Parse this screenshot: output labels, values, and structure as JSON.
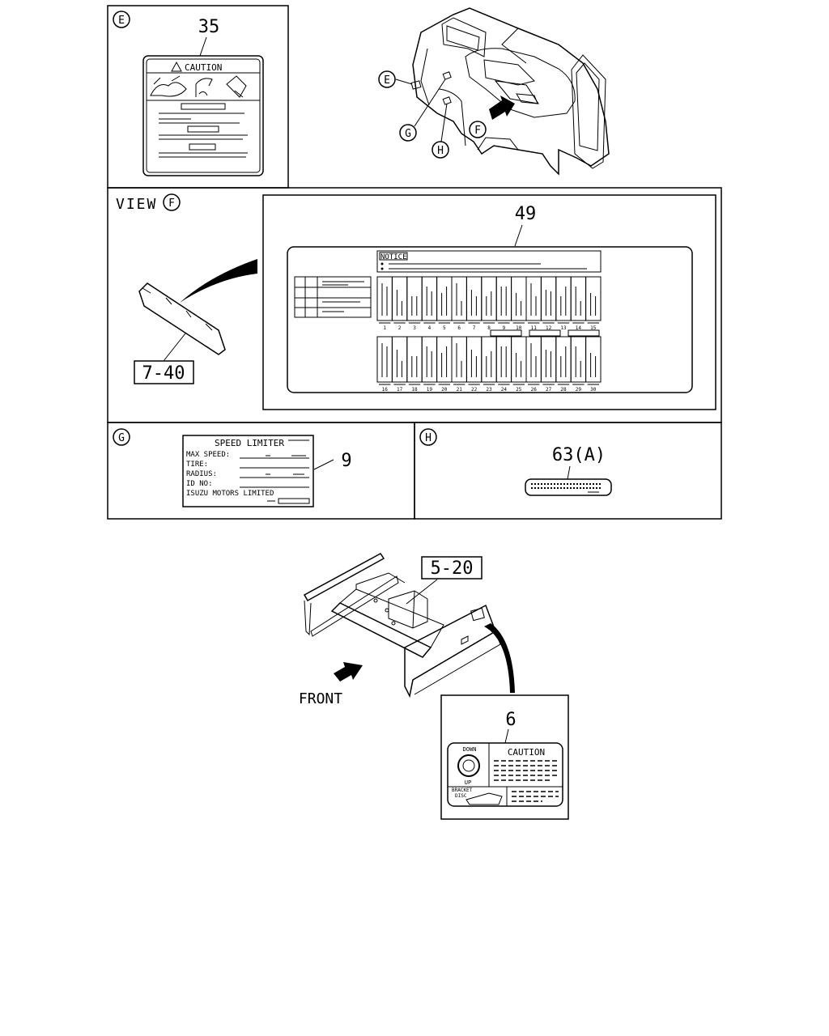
{
  "panel_e": {
    "marker": "E",
    "part_number": "35",
    "label_heading": "CAUTION"
  },
  "cab_view": {
    "markers": [
      "E",
      "G",
      "H",
      "F"
    ]
  },
  "panel_view_f": {
    "view_word": "VIEW",
    "view_marker": "F",
    "part_number": "49",
    "ref_number": "7-40",
    "notice_heading": "NOTICE",
    "fuse_numbers_top": [
      "1",
      "2",
      "3",
      "4",
      "5",
      "6",
      "7",
      "8",
      "9",
      "10",
      "11",
      "12",
      "13",
      "14",
      "15"
    ],
    "fuse_numbers_bottom": [
      "16",
      "17",
      "18",
      "19",
      "20",
      "21",
      "22",
      "23",
      "24",
      "25",
      "26",
      "27",
      "28",
      "29",
      "30"
    ]
  },
  "panel_g": {
    "marker": "G",
    "part_number": "9",
    "title": "SPEED LIMITER",
    "rows": [
      "MAX SPEED:",
      "TIRE:",
      "RADIUS:",
      "ID NO:"
    ],
    "footer": "ISUZU MOTORS LIMITED"
  },
  "panel_h": {
    "marker": "H",
    "part_number": "63(A)"
  },
  "frame_view": {
    "ref_number": "5-20",
    "front_label": "FRONT",
    "part_number": "6",
    "label_heading": "CAUTION",
    "dial_top": "DOWN",
    "dial_bottom": "UP",
    "bracket_label": "BRACKET",
    "disc_label": "DISC"
  }
}
